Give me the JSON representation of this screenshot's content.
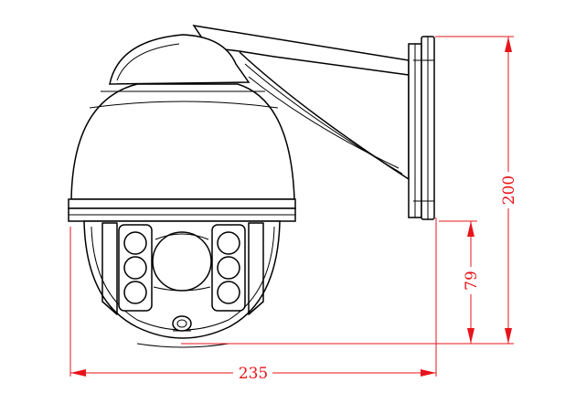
{
  "colors": {
    "outline": "#000000",
    "dimension": "#e8141b",
    "background": "#ffffff"
  },
  "dimensions": {
    "width": "235",
    "total_height": "200",
    "lower_height": "79"
  }
}
